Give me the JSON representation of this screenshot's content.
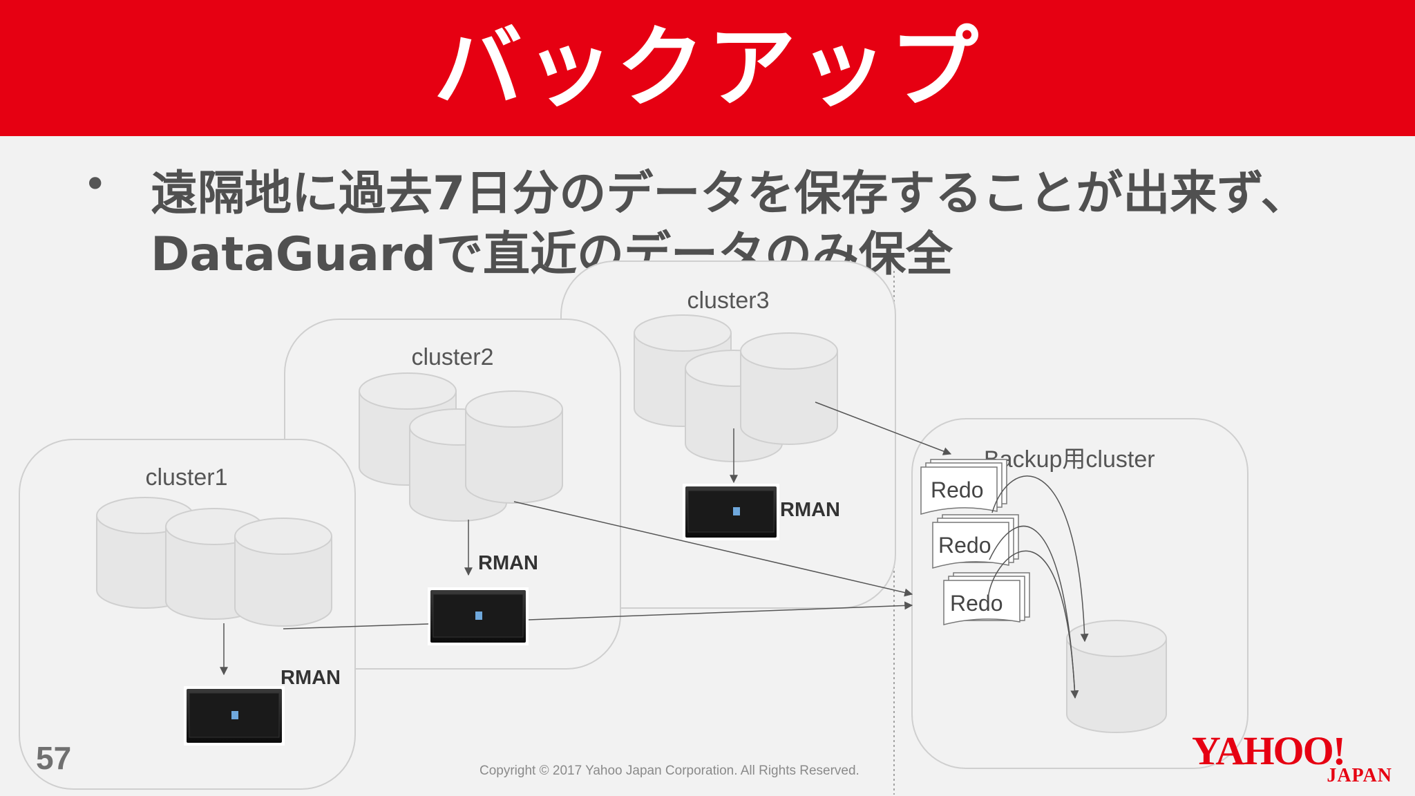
{
  "slide": {
    "title": "バックアップ",
    "bullet_symbol": "•",
    "bullet_lines": [
      "遠隔地に過去7日分のデータを保存することが出来ず、",
      "DataGuardで直近のデータのみ保全"
    ],
    "page_number": "57",
    "copyright": "Copyright © 2017 Yahoo Japan Corporation. All Rights Reserved.",
    "logo": {
      "main": "YAHOO!",
      "sub": "JAPAN"
    }
  },
  "diagram": {
    "clusters": [
      {
        "label": "cluster1",
        "rman_label": "RMAN"
      },
      {
        "label": "cluster2",
        "rman_label": "RMAN"
      },
      {
        "label": "cluster3",
        "rman_label": "RMAN"
      }
    ],
    "backup_cluster": {
      "label": "Backup用cluster",
      "redo_labels": [
        "Redo",
        "Redo",
        "Redo"
      ]
    }
  },
  "colors": {
    "header": "#e60012",
    "background": "#f2f2f2",
    "text_dark": "#505050",
    "cylinder_fill": "#e6e6e6"
  }
}
